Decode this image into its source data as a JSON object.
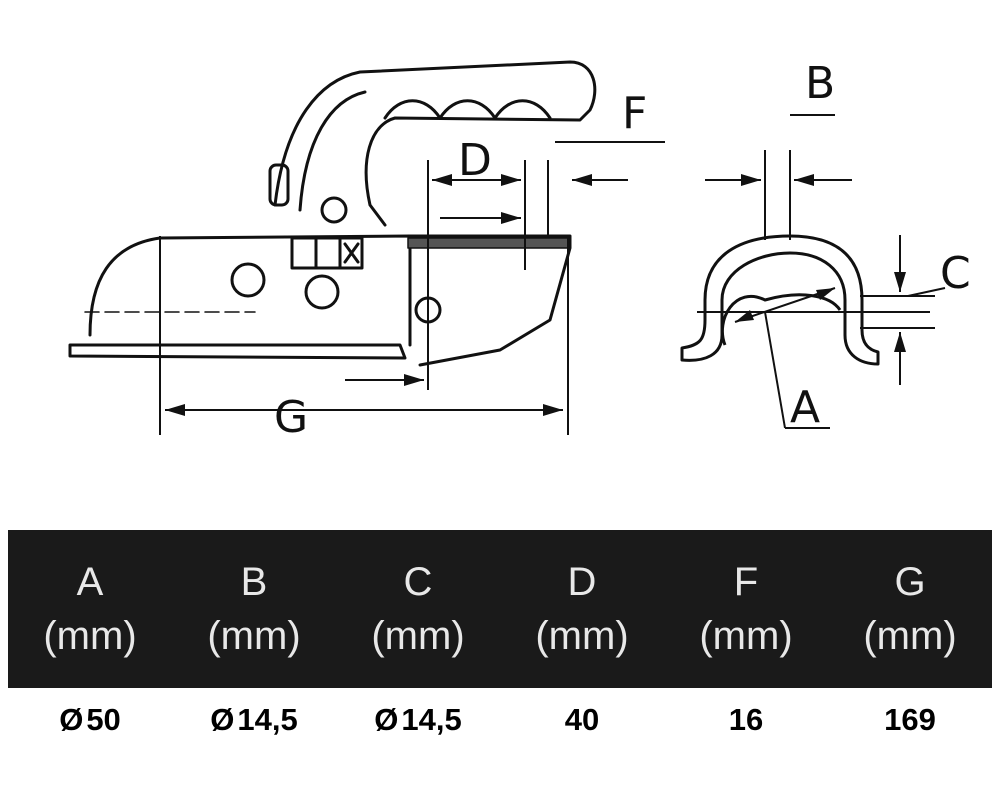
{
  "diagram": {
    "labels": {
      "A": "A",
      "B": "B",
      "C": "C",
      "D": "D",
      "F": "F",
      "G": "G"
    }
  },
  "table": {
    "columns": [
      {
        "letter": "A",
        "unit": "(mm)",
        "prefix": "Ø",
        "value": "50"
      },
      {
        "letter": "B",
        "unit": "(mm)",
        "prefix": "Ø",
        "value": "14,5"
      },
      {
        "letter": "C",
        "unit": "(mm)",
        "prefix": "Ø",
        "value": "14,5"
      },
      {
        "letter": "D",
        "unit": "(mm)",
        "prefix": "",
        "value": "40"
      },
      {
        "letter": "F",
        "unit": "(mm)",
        "prefix": "",
        "value": "16"
      },
      {
        "letter": "G",
        "unit": "(mm)",
        "prefix": "",
        "value": "169"
      }
    ]
  },
  "colors": {
    "header_bg": "#1a1a1a",
    "header_text": "#e8e8e8",
    "line": "#111111"
  }
}
